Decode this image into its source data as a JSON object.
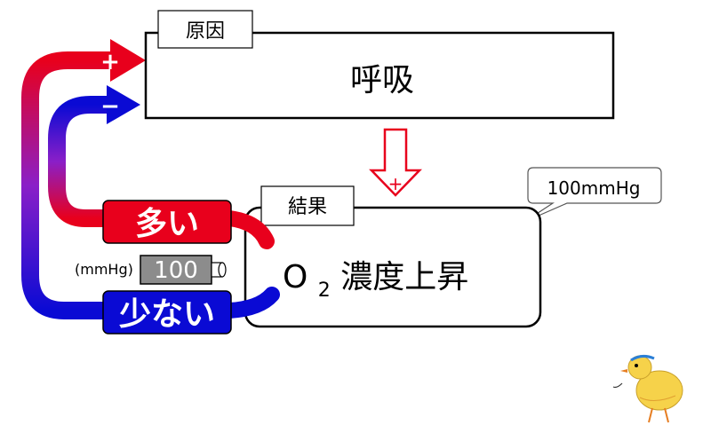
{
  "cause": {
    "tag": "原因",
    "title": "呼吸"
  },
  "effect": {
    "tag": "結果",
    "title_prefix": "O",
    "title_subscript": "2",
    "title_rest": "濃度上昇"
  },
  "effect_arrow": {
    "sign": "+"
  },
  "callout": {
    "text": "100mmHg"
  },
  "gauge": {
    "unit": "(mmHg)",
    "value": "100"
  },
  "levels": {
    "high": {
      "label": "多い",
      "sign": "+"
    },
    "low": {
      "label": "少ない",
      "sign": "−"
    }
  },
  "colors": {
    "high": "#e8001c",
    "low": "#0a0ad4",
    "purple_mid": "#8a1fc8",
    "gauge_fill": "#8c8c8c"
  },
  "icons": {
    "mascot": "chick-mascot-icon"
  }
}
